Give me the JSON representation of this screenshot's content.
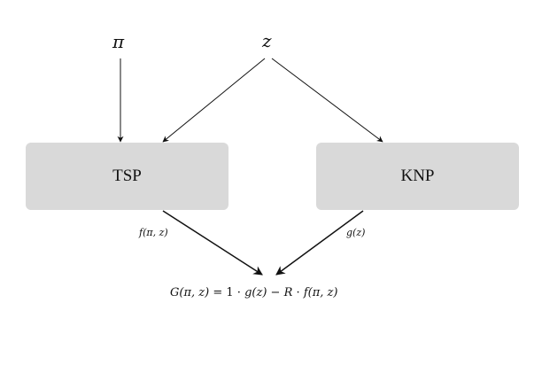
{
  "inputs": {
    "pi": "π",
    "z": "z"
  },
  "nodes": {
    "tsp": "TSP",
    "knp": "KNP"
  },
  "edge_labels": {
    "tsp_output": "f(π, z)",
    "knp_output": "g(z)"
  },
  "objective": {
    "lhs": "G(π, z)",
    "eq": "=",
    "one": "1",
    "dot1": "·",
    "g_term": "g(z)",
    "minus": "−",
    "R": "R",
    "dot2": "·",
    "f_term": "f(π, z)"
  },
  "colors": {
    "box_fill": "#d9d9d9",
    "arrow": "#111111"
  }
}
